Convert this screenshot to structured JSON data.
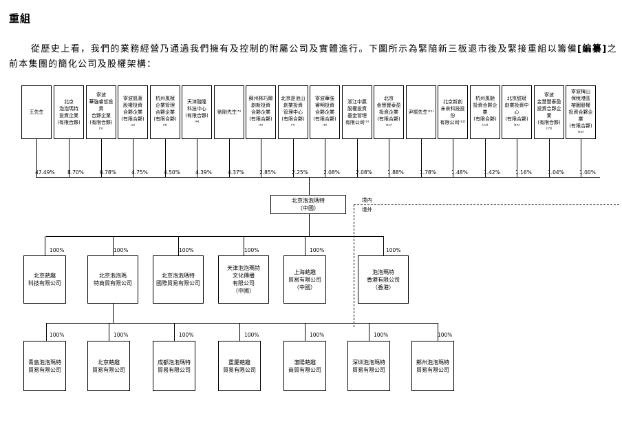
{
  "section": {
    "title": "重組"
  },
  "intro": {
    "text_before": "從歷史上看，我們的業務經營乃通過我們擁有及控制的附屬公司及實體進行。下圖所示為緊隨新三板退市後及緊接重組以籌備",
    "redacted": "[編纂]",
    "text_after": "之前本集團的簡化公司及股權架構："
  },
  "shareholders": [
    {
      "name": "王先生",
      "pct": "47.49%"
    },
    {
      "name": "北京\n泡泡瑪特\n投資企業\n(有限合夥)",
      "pct": "8.70%"
    },
    {
      "name": "寧波\n華強睿哲投資\n合夥企業\n(有限合夥)⁽¹⁾",
      "pct": "6.78%"
    },
    {
      "name": "寧波凱滙\n股權投資\n合夥企業\n(有限合夥)⁽²⁾",
      "pct": "4.75%"
    },
    {
      "name": "杭州風賦\n企業管理\n合夥企業\n(有限合夥)⁽³⁾",
      "pct": "4.50%"
    },
    {
      "name": "天津融隆\n科技中心\n(有限合夥)⁽⁴⁾",
      "pct": "4.39%"
    },
    {
      "name": "劉剛先生⁽⁵⁾",
      "pct": "4.37%"
    },
    {
      "name": "蘇州將巧爾\n創新投資\n合夥企業\n(有限合夥)⁽⁶⁾",
      "pct": "2.85%"
    },
    {
      "name": "北京是池山\n創業投資\n管理中心\n(有限合夥)⁽⁷⁾",
      "pct": "2.25%"
    },
    {
      "name": "寧波華強\n睿明投資\n合夥企業\n(有限合夥)⁽⁸⁾",
      "pct": "2.08%"
    },
    {
      "name": "浙江中贏\n股權投資\n基金管理\n有限公司⁽⁹⁾",
      "pct": "2.08%"
    },
    {
      "name": "北京\n金慧豐泰盈\n投資企業\n(有限合夥)⁽¹⁰⁾",
      "pct": "1.88%"
    },
    {
      "name": "尹振先生⁽¹¹⁾",
      "pct": "1.78%"
    },
    {
      "name": "北京新創\n未來科技投份\n有限公司⁽¹²⁾",
      "pct": "1.48%"
    },
    {
      "name": "杭州風馳\n投資合夥企業\n(有限合夥)⁽¹³⁾",
      "pct": "1.42%"
    },
    {
      "name": "北京甜斌\n創業投資中心\n(有限合夥)⁽¹⁴⁾",
      "pct": "1.16%"
    },
    {
      "name": "寧波\n金慧豐泰盈\n投資合夥企業\n(有限合夥)⁽¹⁵⁾",
      "pct": "1.04%"
    },
    {
      "name": "寧波梅山\n保稅港區\n榕圖股權\n投資合夥企業\n(有限合夥)⁽¹⁶⁾",
      "pct": "1.00%"
    }
  ],
  "company": {
    "name": "北京泡泡瑪特\n（中國）"
  },
  "boundary": {
    "onshore": "境內",
    "offshore": "境外"
  },
  "subsidiaries": [
    {
      "name": "北京葩趣\n科技有限公司",
      "pct": "100%"
    },
    {
      "name": "北京泡泡瑪\n特商貿有限公司",
      "pct": "100%"
    },
    {
      "name": "北京泡泡瑪特\n國際貿易有限公司",
      "pct": "100%"
    },
    {
      "name": "天津泡泡瑪特\n文化傳播\n有限公司\n（中國）",
      "pct": "100%"
    },
    {
      "name": "上海葩趣\n貿易有限公司\n（中國）",
      "pct": "100%"
    },
    {
      "name": "泡泡瑪特\n香港有限公司\n（香港）",
      "pct": "100%"
    }
  ],
  "second_tier": [
    {
      "name": "青島泡泡瑪特\n貿易有限公司",
      "pct": "100%"
    },
    {
      "name": "北京葩趣\n貿易有限公司",
      "pct": "100%"
    },
    {
      "name": "成都泡泡瑪特\n貿易有限公司",
      "pct": "100%"
    },
    {
      "name": "重慶葩趣\n貿易有限公司",
      "pct": "100%"
    },
    {
      "name": "瀋陽葩趣\n商貿有限公司",
      "pct": "100%"
    },
    {
      "name": "深圳泡泡瑪特\n貿易有限公司",
      "pct": "100%"
    },
    {
      "name": "鄭州泡泡瑪特\n貿易有限公司",
      "pct": "100%"
    }
  ]
}
